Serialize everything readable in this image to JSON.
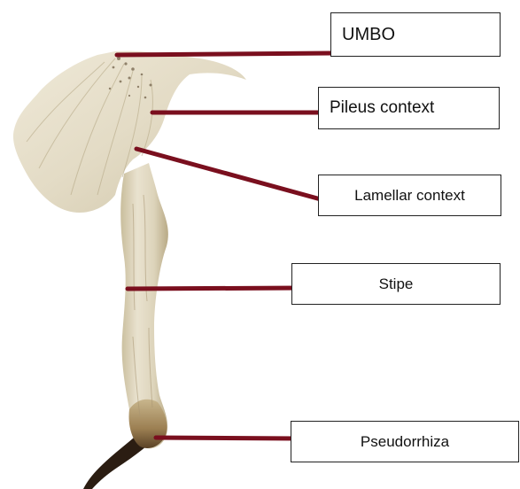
{
  "labels": {
    "umbo": "UMBO",
    "pileus_context": "Pileus context",
    "lamellar_context": "Lamellar context",
    "stipe": "Stipe",
    "pseudorrhiza": "Pseudorrhiza"
  },
  "colors": {
    "leader_line": "#7a0f1e",
    "cap": "#e6dfcc",
    "stipe": "#ddd5bf",
    "root": "#2b1d12",
    "box_border": "#222222"
  }
}
